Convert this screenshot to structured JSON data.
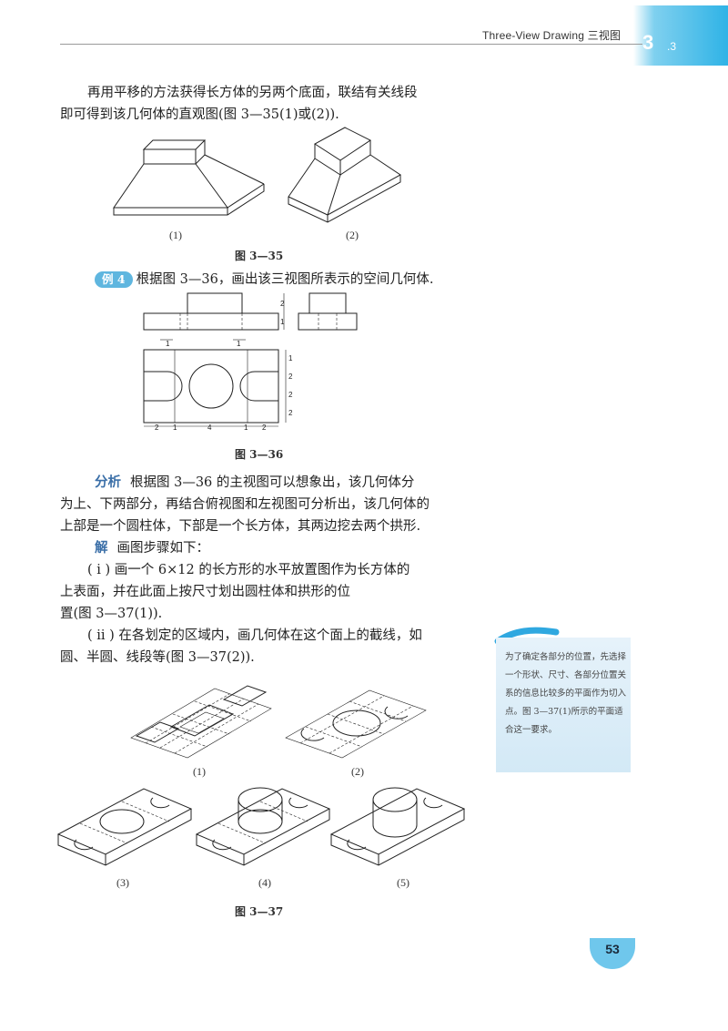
{
  "header": {
    "title": "Three-View Drawing  三视图",
    "section": "3",
    "section_sub": ".3"
  },
  "paragraph1": {
    "line1": "再用平移的方法获得长方体的另两个底面，联结有关线段",
    "line2": "即可得到该几何体的直观图(图 3—35(1)或(2))."
  },
  "fig35": {
    "label1": "(1)",
    "label2": "(2)",
    "title": "图    3—35"
  },
  "example": {
    "badge": "例 4",
    "text": "根据图 3—36，画出该三视图所表示的空间几何体."
  },
  "fig36": {
    "title": "图    3—36",
    "dims": {
      "top_left": "1",
      "top_right": "1",
      "bottom_2a": "2",
      "bottom_1a": "1",
      "bottom_4": "4",
      "bottom_1b": "1",
      "bottom_2b": "2",
      "side_1": "1",
      "side_2": "2",
      "side_3": "2",
      "side_4": "2",
      "front_height": "2",
      "front_base": "1"
    }
  },
  "analysis": {
    "label": "分析",
    "line1": "根据图 3—36 的主视图可以想象出，该几何体分",
    "line2": "为上、下两部分，再结合俯视图和左视图可分析出，该几何体的",
    "line3": "上部是一个圆柱体，下部是一个长方体，其两边挖去两个拱形."
  },
  "solution": {
    "label": "解",
    "intro": "画图步骤如下：",
    "step1_line1": "( ⅰ ) 画一个 6×12 的长方形的水平放置图作为长方体的",
    "step1_line2": "上表面，并在此面上按尺寸划出圆柱体和拱形的位",
    "step1_line3": "置(图 3—37(1)).",
    "step2_line1": "( ⅱ ) 在各划定的区域内，画几何体在这个面上的截线，如",
    "step2_line2": "圆、半圆、线段等(图 3—37(2))."
  },
  "note": {
    "text": "为了确定各部分的位置，先选择一个形状、尺寸、各部分位置关系的信息比较多的平面作为切入点。图 3—37(1)所示的平面适合这一要求。"
  },
  "fig37": {
    "label1": "(1)",
    "label2": "(2)",
    "label3": "(3)",
    "label4": "(4)",
    "label5": "(5)",
    "title": "图    3—37"
  },
  "page_number": "53",
  "colors": {
    "accent": "#2fb3e6",
    "badge": "#5fb6df",
    "note_bg": "#e6f2fa"
  }
}
